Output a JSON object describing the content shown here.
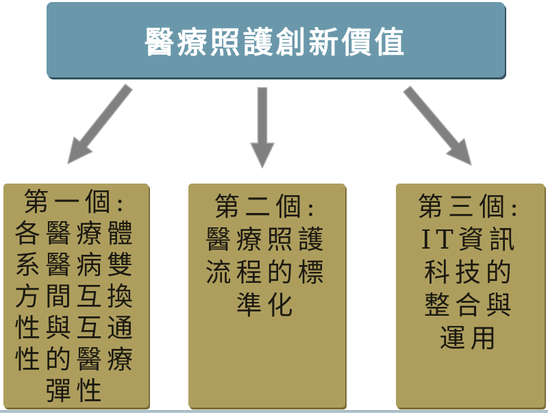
{
  "diagram": {
    "title_box": {
      "text": "醫療照護創新價值"
    },
    "boxes": [
      {
        "id": "first",
        "heading": "第一個:",
        "text": "第一個:\n各醫療體\n系醫病雙\n方間互換\n性與互通\n性的醫療\n彈性"
      },
      {
        "id": "second",
        "heading": "第二個:",
        "text": "第二個:\n醫療照護\n流程的標\n準化"
      },
      {
        "id": "third",
        "heading": "第三個:",
        "text": "第三個:\nIT資訊\n科技的\n整合與\n運用"
      }
    ],
    "arrows": [
      {
        "name": "down-left-arrow",
        "from": "title-box",
        "to": "box-first"
      },
      {
        "name": "down-arrow",
        "from": "title-box",
        "to": "box-second"
      },
      {
        "name": "down-right-arrow",
        "from": "title-box",
        "to": "box-third"
      }
    ],
    "colors": {
      "title_box_bg": "#6a98aa",
      "title_box_shadow": "#31505e",
      "title_text": "#ffffff",
      "branch_box_bg": "#ae9e5e",
      "branch_box_shadow": "#7a6d3a",
      "branch_text": "#1b1910",
      "arrow_fill": "#808080",
      "arrow_outline": "#a9a9a9",
      "bottom_rule": "#b3c6ce"
    }
  }
}
